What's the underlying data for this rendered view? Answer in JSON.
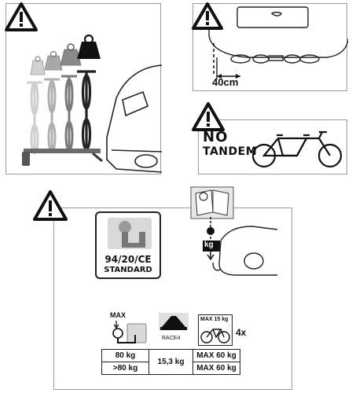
{
  "panels": {
    "distance_panel": {
      "measurement": "40cm"
    },
    "no_tandem_panel": {
      "line1": "NO",
      "line2": "TANDEM"
    },
    "standard_panel": {
      "standard_line1": "94/20/CE",
      "standard_line2": "STANDARD",
      "load_label": "kg",
      "max_label": "MAX",
      "product_name": "RACE4",
      "max_per_bike_label": "MAX 15 kg",
      "bike_count": "4x"
    }
  },
  "spec_table": {
    "rows": [
      {
        "hitch_load": "80 kg",
        "carrier_weight": "15,3 kg",
        "max_load": "MAX 60 kg"
      },
      {
        "hitch_load": ">80 kg",
        "carrier_weight": "",
        "max_load": "MAX 60 kg"
      }
    ]
  },
  "icons": [
    "warning-triangle-icon",
    "weight-icon",
    "bicycle-icon",
    "tandem-bicycle-icon",
    "tow-ball-icon",
    "car-rear-icon",
    "manual-book-icon",
    "bike-carrier-icon"
  ],
  "colors": {
    "ink": "#111111",
    "border": "#9a9a9a",
    "weight_light": "#c8c8c8",
    "weight_mid": "#8a8a8a",
    "weight_dark": "#111111"
  }
}
